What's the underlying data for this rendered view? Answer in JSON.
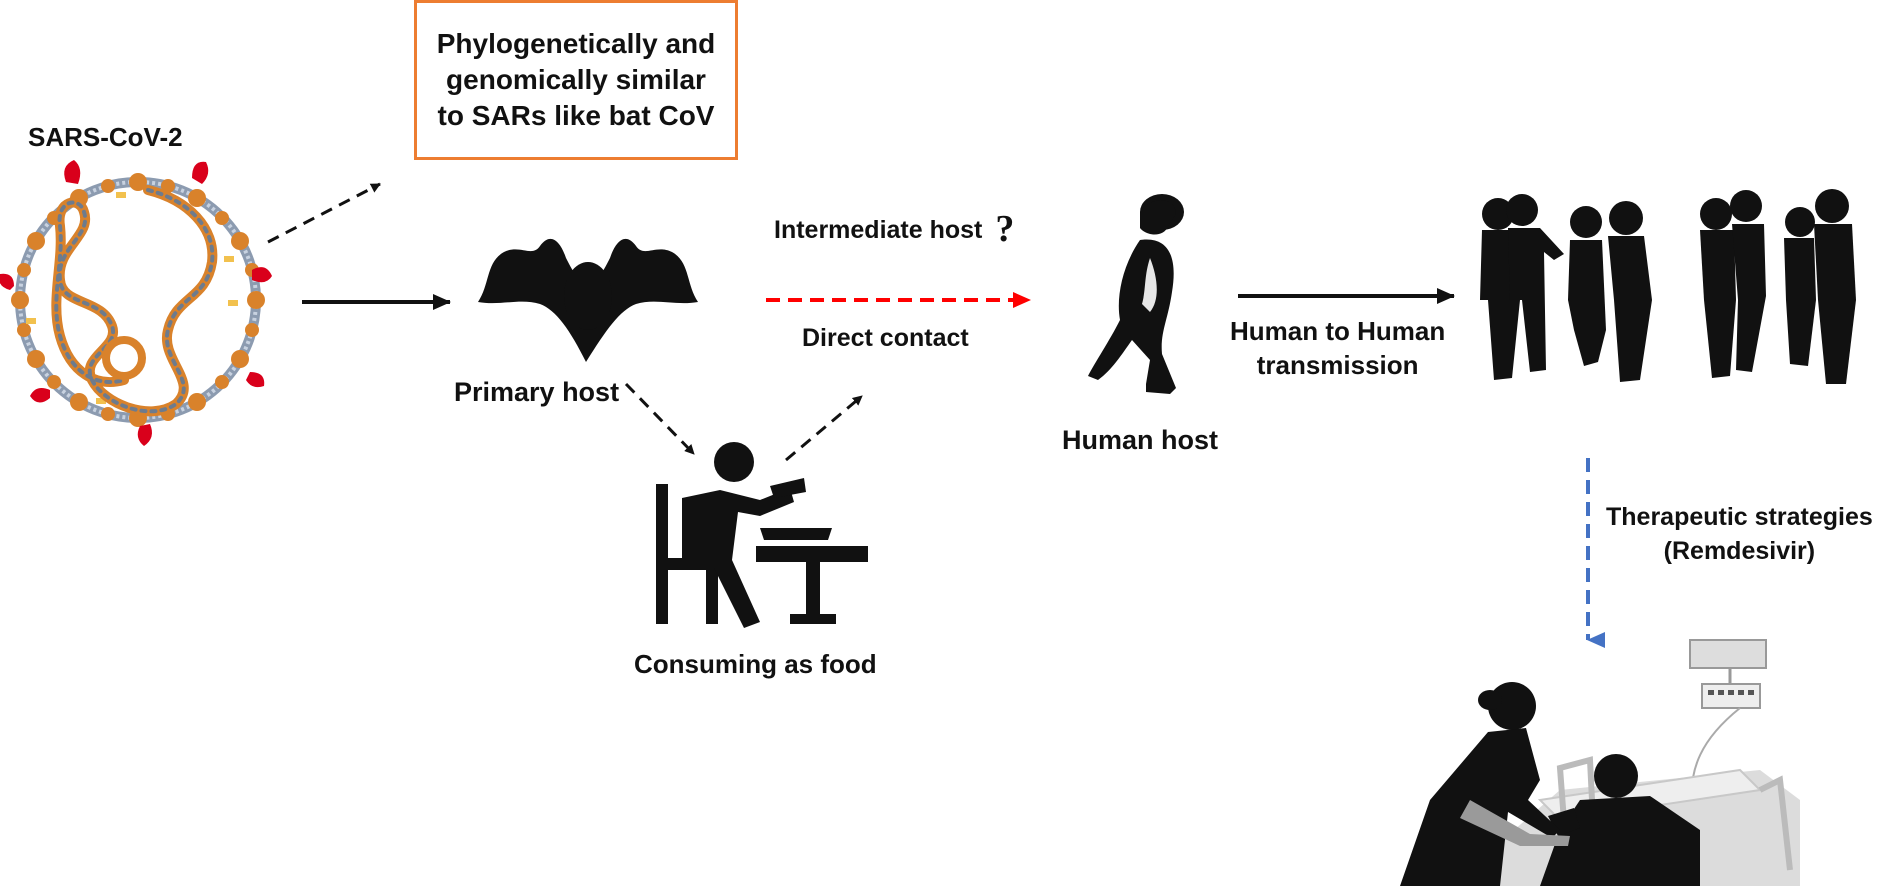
{
  "virus": {
    "label": "SARS-CoV-2"
  },
  "origin_box": {
    "lines": [
      "Phylogenetically and",
      "genomically similar",
      "to SARs like bat CoV"
    ]
  },
  "primary_host": {
    "label": "Primary host"
  },
  "intermediate": {
    "label": "Intermediate host",
    "question": "?"
  },
  "direct_contact": {
    "label": "Direct contact"
  },
  "food": {
    "label": "Consuming as food"
  },
  "human_host": {
    "label": "Human host"
  },
  "transmission": {
    "lines": [
      "Human to Human",
      "transmission"
    ]
  },
  "therapy": {
    "lines": [
      "Therapeutic strategies",
      "(Remdesivir)"
    ]
  },
  "colors": {
    "box_border": "#ed7d31",
    "red_arrow": "#ff0000",
    "blue_arrow": "#4472c4",
    "spike": "#d9001b",
    "rna_orange": "#d9822b",
    "rna_gray": "#6d7b8d"
  }
}
